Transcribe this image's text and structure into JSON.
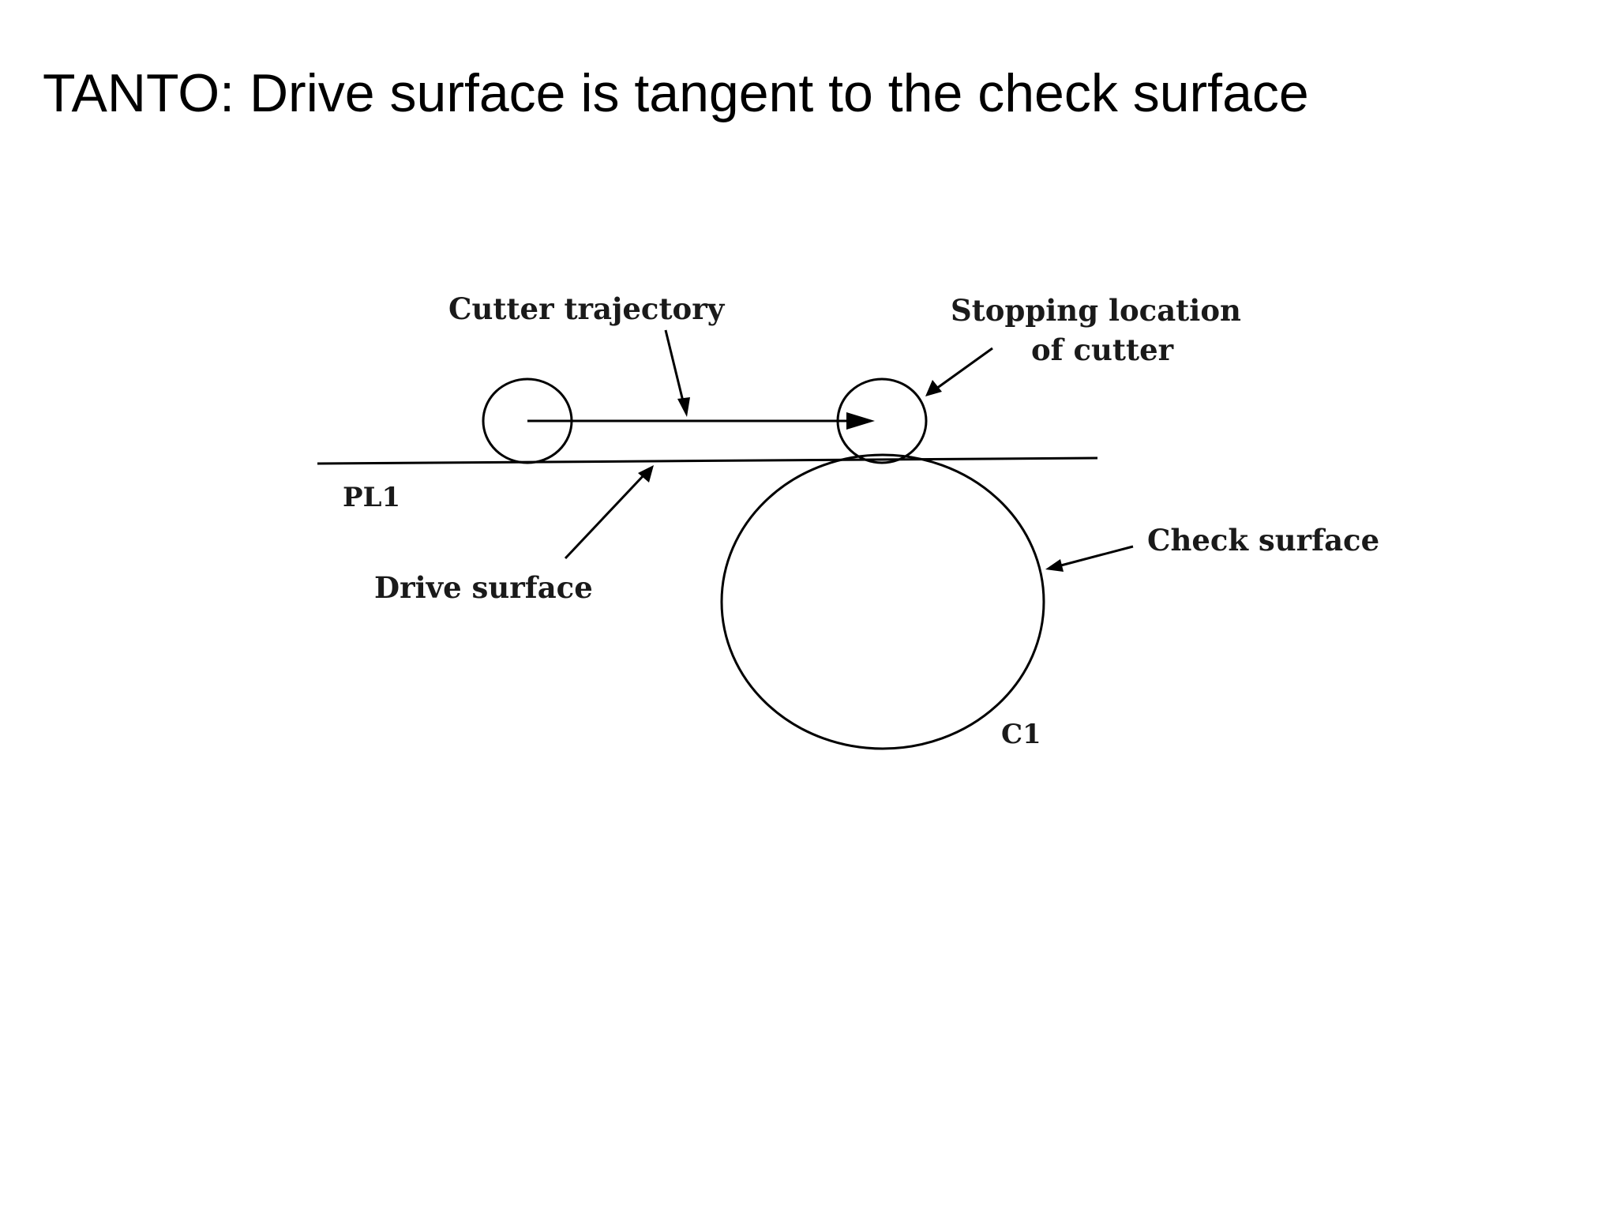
{
  "slide": {
    "title": "TANTO: Drive surface is tangent to the check surface"
  },
  "diagram": {
    "labels": {
      "cutter_trajectory": "Cutter trajectory",
      "stopping_location_line1": "Stopping location",
      "stopping_location_line2": "of cutter",
      "plane": "PL1",
      "drive_surface": "Drive surface",
      "check_surface": "Check surface",
      "circle": "C1"
    }
  }
}
